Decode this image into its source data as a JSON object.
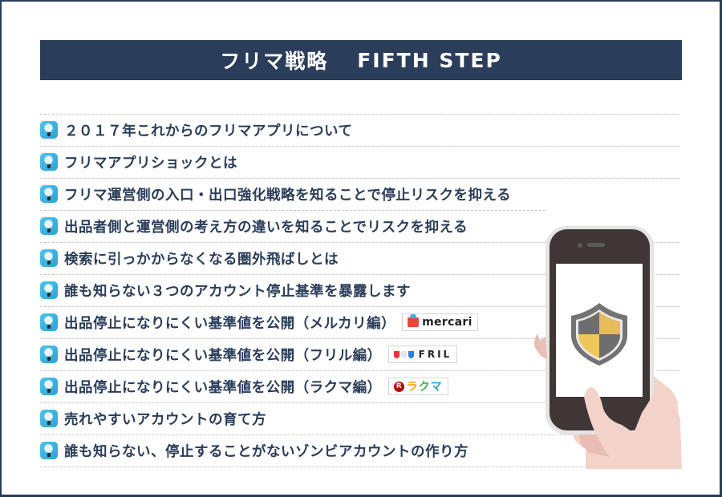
{
  "header": {
    "title_ja": "フリマ戦略",
    "title_en": "FIFTH STEP"
  },
  "colors": {
    "navy": "#2a3d5a",
    "icon_blue": "#2aa3d6",
    "divider": "#c8c8c8",
    "phone_body": "#3f3636",
    "shield_gray": "#6e6e6e",
    "shield_yellow": "#f0c65a",
    "skin": "#f3d3c9"
  },
  "list": {
    "items": [
      {
        "icon": "lightbulb-icon",
        "label": "２０１７年これからのフリマアプリについて"
      },
      {
        "icon": "lightbulb-icon",
        "label": "フリマアプリショックとは"
      },
      {
        "icon": "lightbulb-icon",
        "label": "フリマ運営側の入口・出口強化戦略を知ることで停止リスクを抑える"
      },
      {
        "icon": "lightbulb-icon",
        "label": "出品者側と運営側の考え方の違いを知ることでリスクを抑える"
      },
      {
        "icon": "lightbulb-icon",
        "label": "検索に引っかからなくなる圏外飛ばしとは"
      },
      {
        "icon": "lightbulb-icon",
        "label": "誰も知らない３つのアカウント停止基準を暴露します"
      },
      {
        "icon": "lightbulb-icon",
        "label": "出品停止になりにくい基準値を公開（メルカリ編）",
        "logo": "mercari"
      },
      {
        "icon": "lightbulb-icon",
        "label": "出品停止になりにくい基準値を公開（フリル編）",
        "logo": "FRIL"
      },
      {
        "icon": "lightbulb-icon",
        "label": "出品停止になりにくい基準値を公開（ラクマ編）",
        "logo": "ラクマ"
      },
      {
        "icon": "lightbulb-icon",
        "label": "売れやすいアカウントの育て方"
      },
      {
        "icon": "lightbulb-icon",
        "label": "誰も知らない、停止することがないゾンビアカウントの作り方"
      }
    ]
  },
  "logos": {
    "mercari": {
      "word": "mercari"
    },
    "fril": {
      "word": "FRIL"
    },
    "rakuma": {
      "r": "R",
      "k1": "ラ",
      "k2": "ク",
      "k3": "マ"
    }
  },
  "illustration": {
    "description": "hand-holding-smartphone-with-shield"
  }
}
